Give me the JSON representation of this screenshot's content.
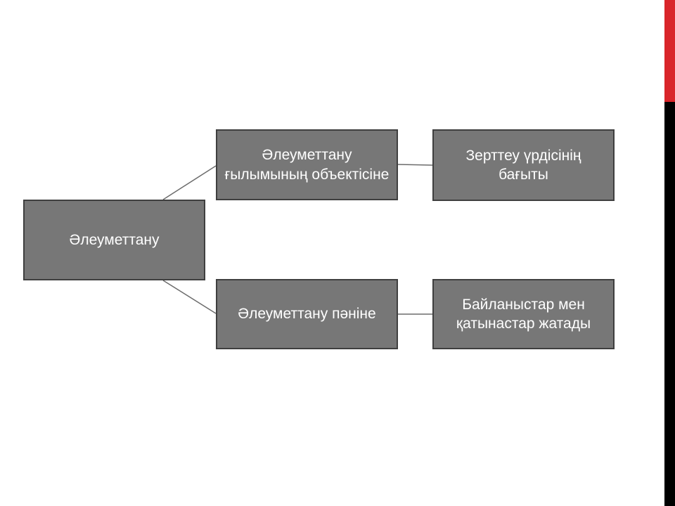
{
  "colors": {
    "node_fill": "#777777",
    "node_border": "#3f3f3f",
    "node_text": "#ffffff",
    "connector": "#6b6b6b",
    "accent_red": "#d9252a",
    "accent_black": "#000000"
  },
  "nodes": {
    "root": "Әлеуметтану",
    "object": "Әлеуметтану ғылымының объектісіне",
    "direction": "Зерттеу үрдісінің бағыты",
    "subject": "Әлеуметтану пәніне",
    "relations": "Байланыстар мен қатынастар жатады"
  }
}
